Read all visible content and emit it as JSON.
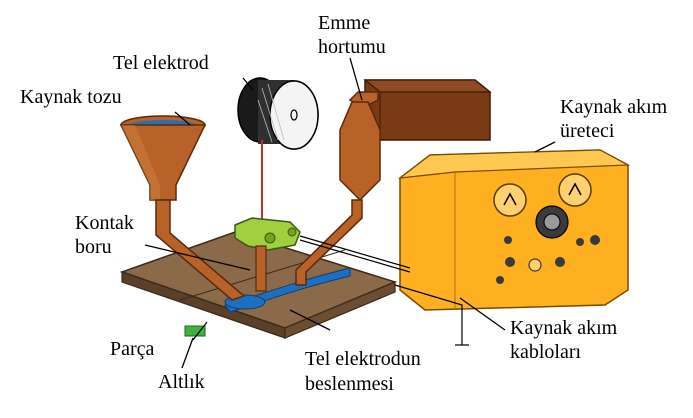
{
  "labels": {
    "wire_electrode": "Tel elektrod",
    "suction_hose_1": "Emme",
    "suction_hose_2": "hortumu",
    "flux": "Kaynak tozu",
    "power_source_1": "Kaynak akım",
    "power_source_2": "üreteci",
    "contact_tube_1": "Kontak",
    "contact_tube_2": "boru",
    "workpiece": "Parça",
    "backing": "Altlık",
    "wire_feed_1": "Tel elektrodun",
    "wire_feed_2": "beslenmesi",
    "cables_1": "Kaynak akım",
    "cables_2": "kabloları"
  },
  "colors": {
    "hopper": "#b8622a",
    "hopper_dark": "#7a3a14",
    "plate": "#8b6a4a",
    "plate_edge": "#5a4028",
    "weld_bead": "#1f6fc0",
    "power_source": "#ffb020",
    "power_source_dark": "#d08000",
    "suction_box": "#7a3a14",
    "contact_head": "#a0d040",
    "backing": "#40b040",
    "wire": "#c03030"
  }
}
